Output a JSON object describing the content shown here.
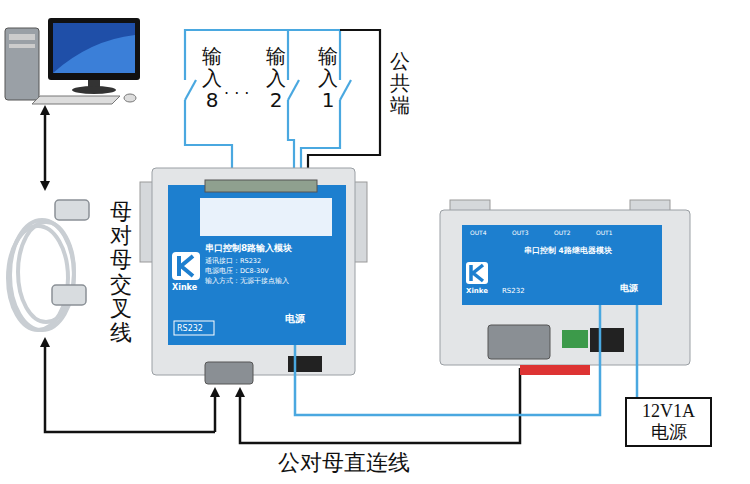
{
  "diagram": {
    "nodes": [
      {
        "text": [
          "串口控制8路输入模块",
          "通讯接口：RS232",
          "电源电压：DC8-30V",
          "输入方式：无源干接点输入",
          "Xinke",
          "RS232",
          "电源"
        ]
      },
      {
        "text": [
          "串口控制 4路继电器模块",
          "Xinke",
          "RS232",
          "电源"
        ]
      },
      {
        "text": [
          "12V1A 电源"
        ]
      }
    ],
    "edges": [
      {
        "from": 0,
        "to": 1,
        "arrow": "none"
      },
      {
        "from": 2,
        "to": 1,
        "arrow": "none"
      }
    ],
    "labels": [
      "输入8",
      "输入2",
      "输入1",
      "· · ·",
      "公共端",
      "母对母交叉线",
      "公对母直连线",
      "OUT4",
      "OUT3",
      "OUT2",
      "OUT1"
    ]
  }
}
